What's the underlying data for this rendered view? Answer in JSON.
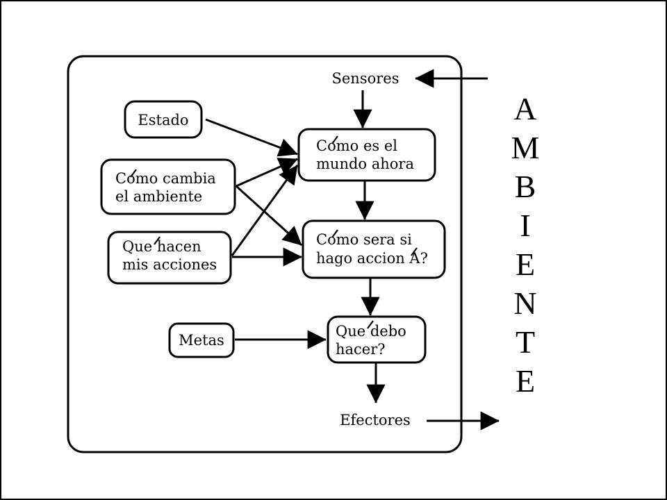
{
  "sensors": "Sensores",
  "effectors": "Efectores",
  "state": "Estado",
  "world_change": {
    "line1": "Como cambia",
    "line2": "el ambiente"
  },
  "actions_do": {
    "line1": "Que hacen",
    "line2": "mis acciones"
  },
  "goals": "Metas",
  "world_now": {
    "line1": "Como es el",
    "line2": "mundo ahora"
  },
  "world_if": {
    "line1": "Como sera si",
    "line2": "hago accion A?"
  },
  "decide": {
    "line1": "Que debo",
    "line2": "hacer?"
  },
  "environment_letters": [
    "A",
    "M",
    "B",
    "I",
    "E",
    "N",
    "T",
    "E"
  ]
}
